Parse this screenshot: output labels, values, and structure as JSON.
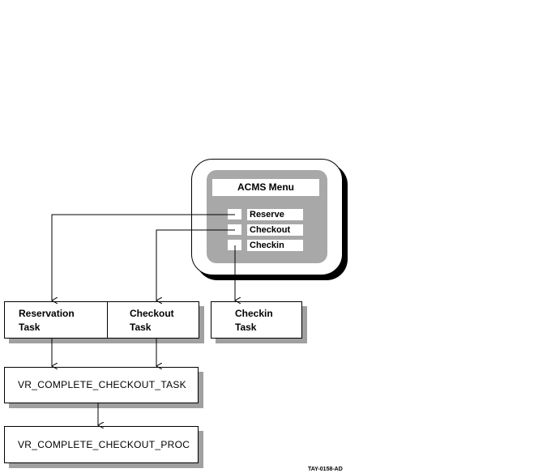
{
  "menu": {
    "title": "ACMS Menu",
    "options": [
      "Reserve",
      "Checkout",
      "Checkin"
    ]
  },
  "tasks": {
    "reservation": {
      "line1": "Reservation",
      "line2": "Task"
    },
    "checkout": {
      "line1": "Checkout",
      "line2": "Task"
    },
    "checkin": {
      "line1": "Checkin",
      "line2": "Task"
    }
  },
  "procs": {
    "task": "VR_COMPLETE_CHECKOUT_TASK",
    "proc": "VR_COMPLETE_CHECKOUT_PROC"
  },
  "credit": "TAY-0158-AD"
}
